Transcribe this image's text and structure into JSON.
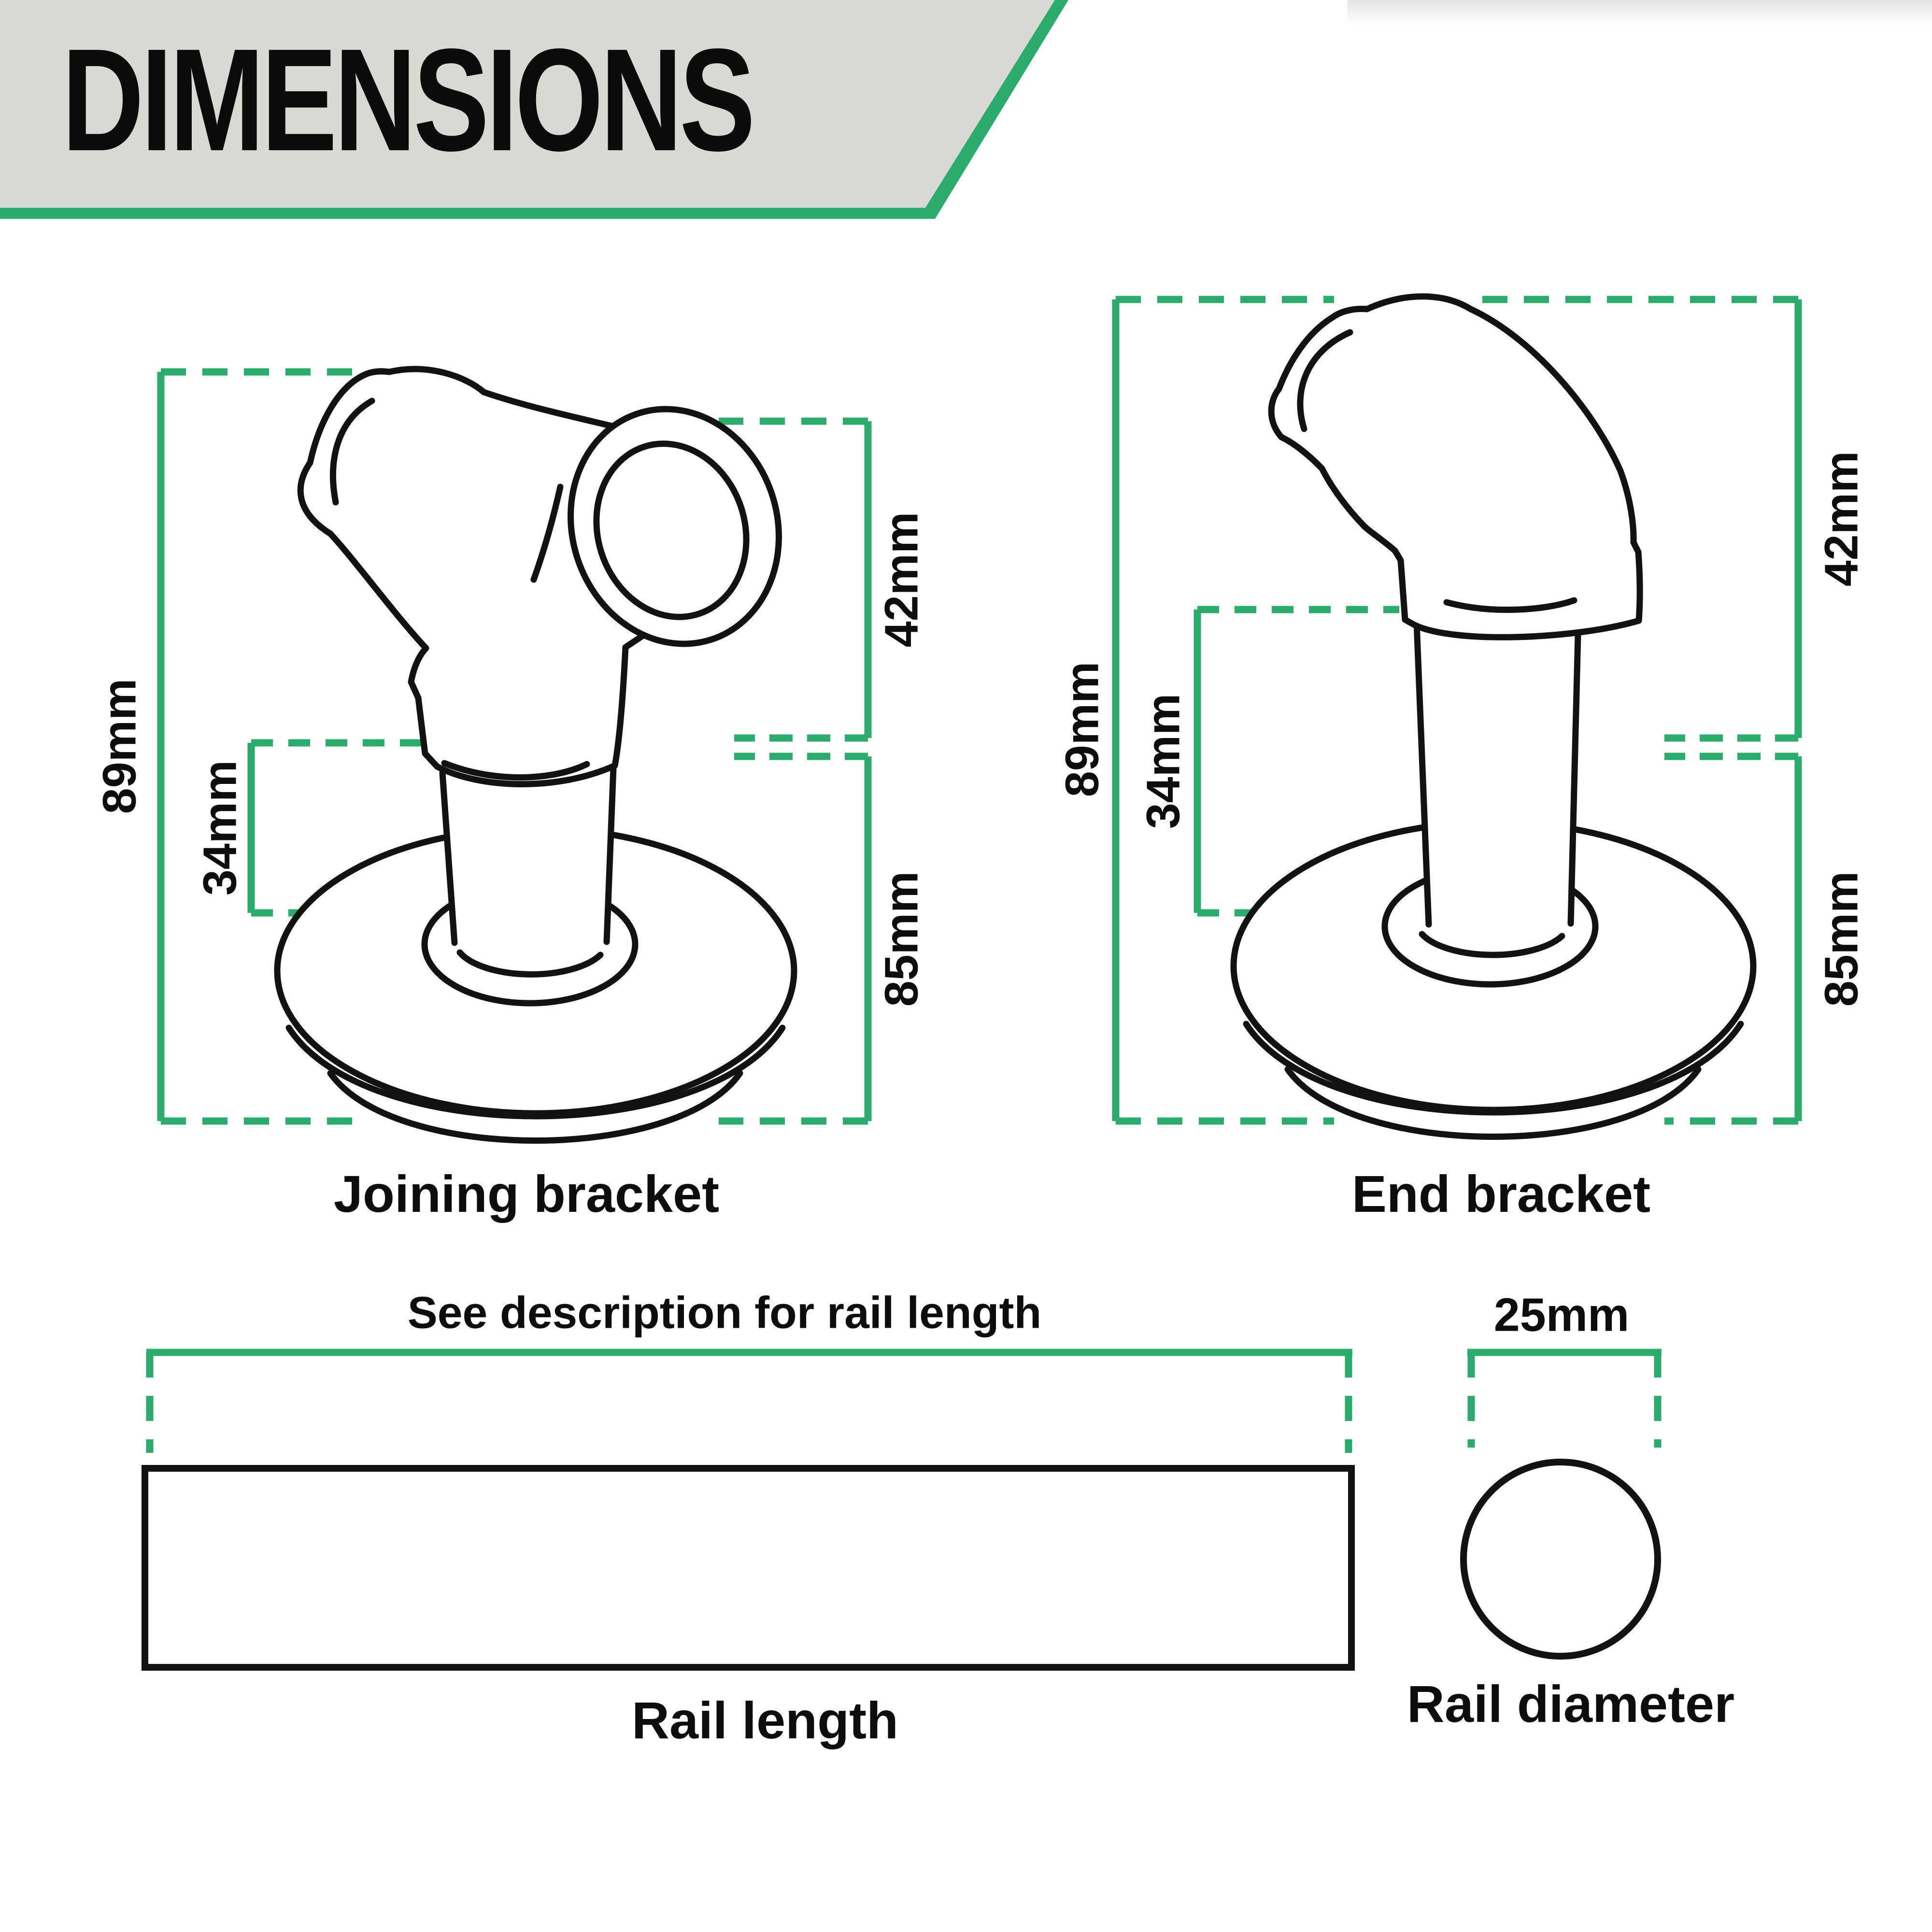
{
  "header": {
    "title": "DIMENSIONS"
  },
  "colors": {
    "accent_green": "#2BAB6C",
    "banner_gray": "#D8D9D4",
    "ink": "#111111"
  },
  "figures": {
    "joining_bracket": {
      "label": "Joining bracket",
      "dims": {
        "overall_height": "89mm",
        "stem_height": "34mm",
        "upper_height": "42mm",
        "base_height": "85mm"
      }
    },
    "end_bracket": {
      "label": "End bracket",
      "dims": {
        "overall_height": "89mm",
        "stem_height": "34mm",
        "upper_height": "42mm",
        "base_height": "85mm"
      }
    },
    "rail_length": {
      "note": "See description for rail length",
      "label": "Rail length"
    },
    "rail_diameter": {
      "dim": "25mm",
      "label": "Rail diameter"
    }
  }
}
